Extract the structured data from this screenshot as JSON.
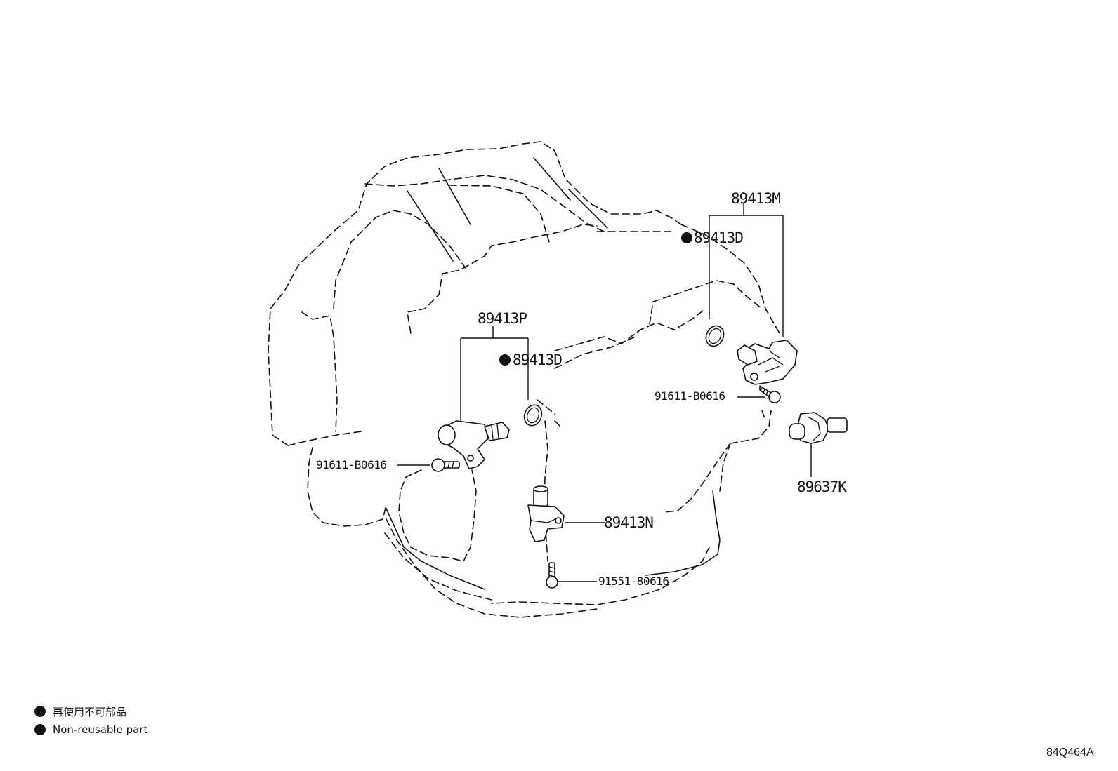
{
  "parts": {
    "cam_sensor_assy_upper": "89413M",
    "oring_upper": "89413D",
    "bolt_upper": "91611-B0616",
    "crank_sensor_assy": "89413P",
    "oring_left": "89413D",
    "bolt_left": "91611-B0616",
    "speed_sensor": "89413N",
    "bolt_lower": "91551-80616",
    "knock_sensor": "89637K"
  },
  "legend": {
    "non_reusable_jp": "再使用不可部品",
    "non_reusable_en": "Non-reusable part"
  },
  "figure_code": "84Q464A"
}
